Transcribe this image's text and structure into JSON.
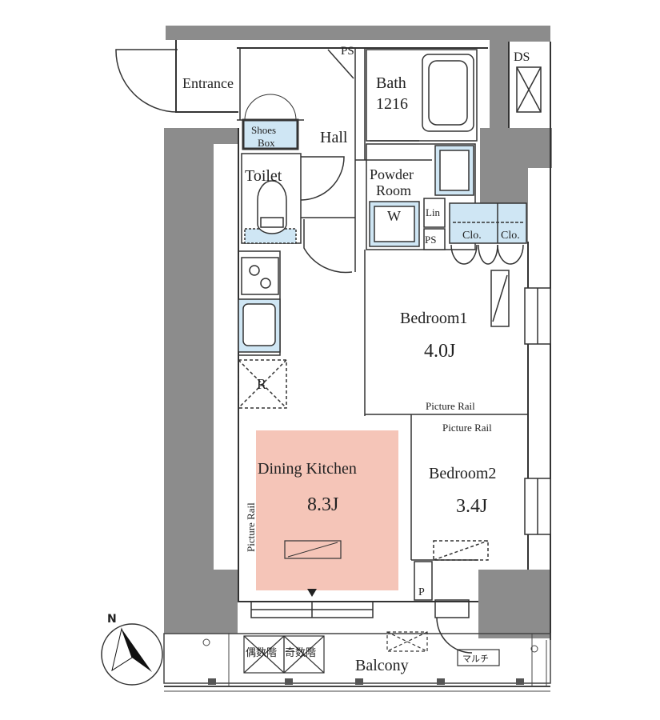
{
  "plan": {
    "rooms": {
      "entrance": "Entrance",
      "hall": "Hall",
      "ps_top": "PS",
      "ps_mid": "PS",
      "ds": "DS",
      "bath": "Bath",
      "bath_size": "1216",
      "toilet": "Toilet",
      "powder_room_1": "Powder",
      "powder_room_2": "Room",
      "washer": "W",
      "linen": "Lin",
      "closet_1": "Clo.",
      "closet_2": "Clo.",
      "shoes_box_1": "Shoes",
      "shoes_box_2": "Box",
      "refrigerator": "R",
      "bedroom1": "Bedroom1",
      "bedroom1_size": "4.0J",
      "bedroom2": "Bedroom2",
      "bedroom2_size": "3.4J",
      "dining_kitchen": "Dining Kitchen",
      "dining_kitchen_size": "8.3J",
      "pipe": "P",
      "balcony": "Balcony",
      "even_stairs": "偶数階",
      "odd_stairs": "奇数階",
      "multi_outlet": "マルチ"
    },
    "picture_rails": {
      "bedroom1": "Picture Rail",
      "bedroom2": "Picture Rail",
      "dining": "Picture Rail"
    },
    "compass": {
      "north": "N"
    },
    "colors": {
      "wall": "#8c8c8c",
      "line": "#333333",
      "water": "#cfe6f4",
      "highlight": "#f5c5b8"
    }
  }
}
